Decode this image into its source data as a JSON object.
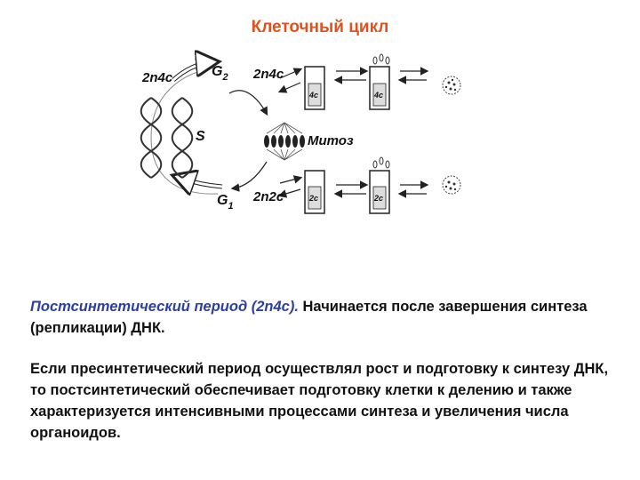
{
  "title": "Клеточный цикл",
  "diagram": {
    "label_2n4c_left": "2n4c",
    "label_g2": "G",
    "label_g2_sub": "2",
    "label_2n4c_top": "2n4c",
    "label_s": "S",
    "label_mitosis": "Митоз",
    "label_2n2c": "2n2c",
    "label_g1": "G",
    "label_g1_sub": "1",
    "tube_top_1": "4c",
    "tube_top_2": "4c",
    "tube_bottom_1": "2c",
    "tube_bottom_2": "2c"
  },
  "text": {
    "p1_highlight": "Постсинтетический период (2n4c).",
    "p1_rest": " Начинается после завершения синтеза (репликации) ДНК.",
    "p2": "Если пресинтетический период осуществлял рост и подготовку к синтезу ДНК, то постсинтетический обеспечивает подготовку клетки к делению и также характеризуется интенсивными процессами синтеза и увеличения числа органоидов."
  }
}
